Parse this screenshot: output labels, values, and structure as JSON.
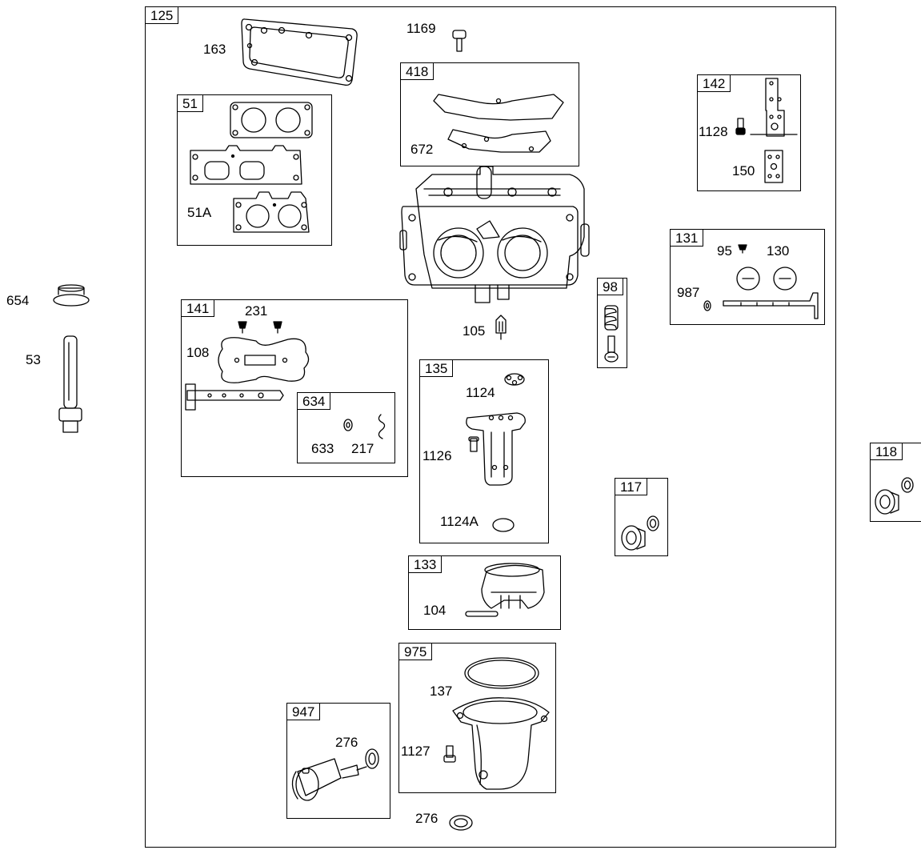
{
  "diagram": {
    "main_frame_tag": "125",
    "kits": {
      "k51": "51",
      "k418": "418",
      "k142": "142",
      "k131": "131",
      "k141": "141",
      "k634": "634",
      "k98": "98",
      "k135": "135",
      "k117": "117",
      "k118": "118",
      "k133": "133",
      "k975": "975",
      "k947": "947"
    },
    "parts": {
      "p163": "163",
      "p51a": "51A",
      "p1169": "1169",
      "p672": "672",
      "p1128": "1128",
      "p150": "150",
      "p95": "95",
      "p130": "130",
      "p987": "987",
      "p654": "654",
      "p53": "53",
      "p231": "231",
      "p108": "108",
      "p633": "633",
      "p217": "217",
      "p105": "105",
      "p1124": "1124",
      "p1126": "1126",
      "p1124a": "1124A",
      "p104": "104",
      "p137": "137",
      "p1127": "1127",
      "p276a": "276",
      "p276b": "276"
    }
  }
}
